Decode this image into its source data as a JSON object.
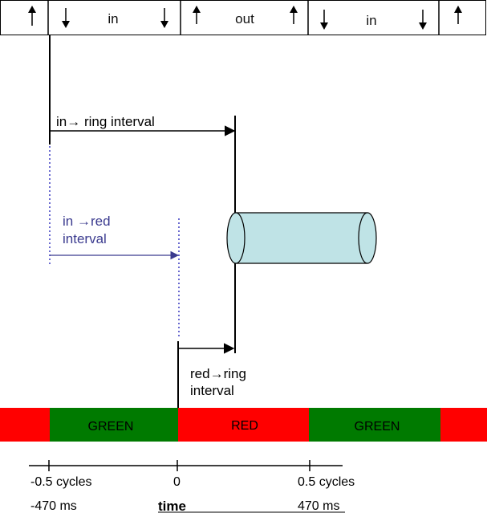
{
  "top_strip": {
    "segments": [
      {
        "direction": "up",
        "label": ""
      },
      {
        "direction": "down",
        "label": "in"
      },
      {
        "direction": "up",
        "label": "out"
      },
      {
        "direction": "down",
        "label": "in"
      },
      {
        "direction": "up",
        "label": ""
      }
    ]
  },
  "annotations": {
    "in_ring": "in→ ring interval",
    "in_red_line1": "in →red",
    "in_red_line2": "interval",
    "red_ring_line1": "red→ring",
    "red_ring_line2": "interval"
  },
  "light_bar": {
    "segments": [
      {
        "label": "",
        "color": "red"
      },
      {
        "label": "GREEN",
        "color": "green"
      },
      {
        "label": "RED",
        "color": "red"
      },
      {
        "label": "GREEN",
        "color": "green"
      },
      {
        "label": "",
        "color": "red"
      }
    ]
  },
  "time_axis": {
    "ticks": [
      {
        "cycles": "-0.5 cycles",
        "ms": "-470 ms"
      },
      {
        "cycles": "0",
        "ms": ""
      },
      {
        "cycles": "0.5 cycles",
        "ms": "470 ms"
      }
    ],
    "title": "time"
  },
  "colors": {
    "red": "#ff0000",
    "green": "#007a00",
    "cylinder_fill": "#bfe3e6",
    "dotted_blue": "#3a3ac0",
    "arrow_blue": "#3b3b8f"
  }
}
